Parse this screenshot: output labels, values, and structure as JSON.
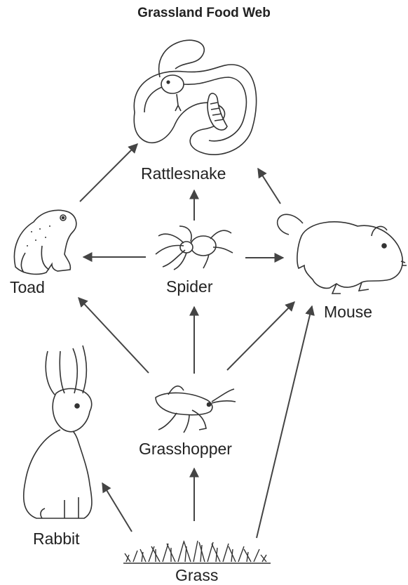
{
  "title": "Grassland Food Web",
  "organisms": {
    "rattlesnake": {
      "label": "Rattlesnake",
      "icon": "rattlesnake-icon"
    },
    "toad": {
      "label": "Toad",
      "icon": "toad-icon"
    },
    "spider": {
      "label": "Spider",
      "icon": "spider-icon"
    },
    "mouse": {
      "label": "Mouse",
      "icon": "mouse-icon"
    },
    "rabbit": {
      "label": "Rabbit",
      "icon": "rabbit-icon"
    },
    "grasshopper": {
      "label": "Grasshopper",
      "icon": "grasshopper-icon"
    },
    "grass": {
      "label": "Grass",
      "icon": "grass-icon"
    }
  },
  "arrows": [
    {
      "from": "grass",
      "to": "rabbit"
    },
    {
      "from": "grass",
      "to": "grasshopper"
    },
    {
      "from": "grass",
      "to": "mouse"
    },
    {
      "from": "grasshopper",
      "to": "toad"
    },
    {
      "from": "grasshopper",
      "to": "spider"
    },
    {
      "from": "grasshopper",
      "to": "mouse"
    },
    {
      "from": "spider",
      "to": "toad"
    },
    {
      "from": "spider",
      "to": "mouse"
    },
    {
      "from": "spider",
      "to": "rattlesnake"
    },
    {
      "from": "toad",
      "to": "rattlesnake"
    },
    {
      "from": "mouse",
      "to": "rattlesnake"
    }
  ],
  "colors": {
    "arrow": "#444444",
    "line": "#333333"
  }
}
